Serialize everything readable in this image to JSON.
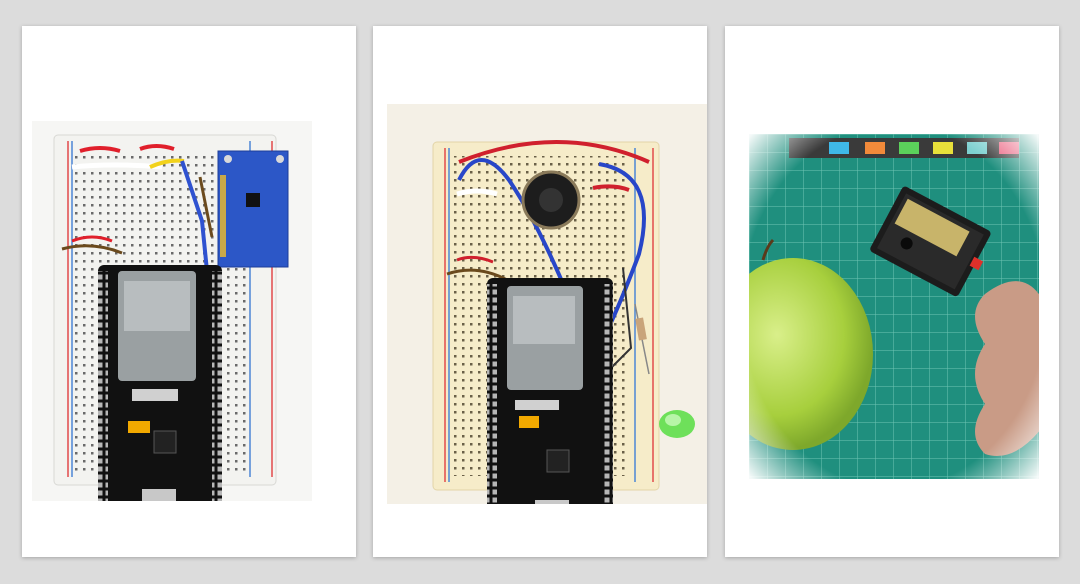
{
  "photos": [
    {
      "icon": "breadboard-esp32-mpu6050-photo"
    },
    {
      "icon": "breadboard-esp32-sensor-led-photo"
    },
    {
      "icon": "esp32-cam-apple-photo"
    }
  ],
  "colors": {
    "background": "#dcdcdc",
    "card": "#ffffff",
    "board": "#111111",
    "mat": "#1f8f7e"
  }
}
